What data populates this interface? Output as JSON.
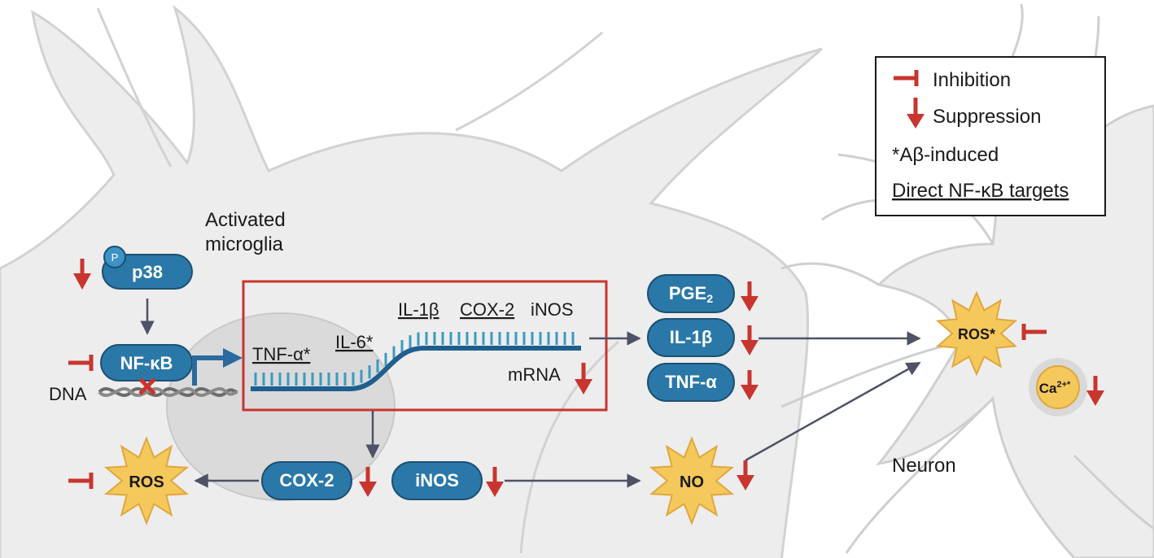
{
  "cells": {
    "microglia_label_line1": "Activated",
    "microglia_label_line2": "microglia",
    "neuron_label": "Neuron"
  },
  "legend": {
    "inhibition": "Inhibition",
    "suppression": "Suppression",
    "abeta": "*Aβ-induced",
    "direct_targets": "Direct NF-κB targets"
  },
  "signaling": {
    "phospho": "P",
    "p38": "p38",
    "nfkb": "NF-κB",
    "dna": "DNA"
  },
  "transcription": {
    "genes": [
      "TNF-α*",
      "IL-6*",
      "IL-1β",
      "COX-2",
      "iNOS"
    ],
    "mrna": "mRNA"
  },
  "products": {
    "pge_base": "PGE",
    "pge_sub": "2",
    "il1b": "IL-1β",
    "tnfa": "TNF-α",
    "cox2": "COX-2",
    "inos": "iNOS",
    "ros_left": "ROS",
    "no": "NO",
    "ros_neuron": "ROS*",
    "ca_base": "Ca",
    "ca_sup": "2+*"
  },
  "colors": {
    "pill_fill": "#2a78a8",
    "pill_stroke": "#1d4f72",
    "red": "#c8352f",
    "cell_fill": "#ededed",
    "cell_stroke": "#cfcfcf",
    "star_fill": "#f5c85c",
    "star_stroke": "#e0a73c",
    "arrow": "#4d5266",
    "strand": "#1f5f8f",
    "ticks": "#3a9ac0"
  }
}
